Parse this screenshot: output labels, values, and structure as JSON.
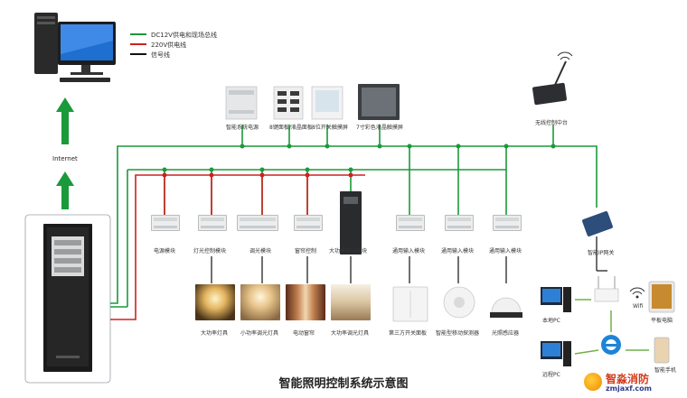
{
  "legend": {
    "items": [
      {
        "label": "DC12V供电和现场总线",
        "color": "#1a9a3a"
      },
      {
        "label": "220V供电线",
        "color": "#d02020"
      },
      {
        "label": "信号线",
        "color": "#111111"
      }
    ]
  },
  "internet_label": "Internet",
  "top_devices": [
    {
      "label": "智能系统电源"
    },
    {
      "label": "8键面板/液晶面板"
    },
    {
      "label": "8位开关触摸屏"
    },
    {
      "label": "7寸彩色液晶触摸屏"
    }
  ],
  "wireless_hub_label": "无线控制中台",
  "modules": [
    {
      "label": "电源模块"
    },
    {
      "label": "灯光控制模块"
    },
    {
      "label": "调光模块"
    },
    {
      "label": "窗帘控制"
    },
    {
      "label": "大功率调光模块"
    },
    {
      "label": "通用输入模块"
    },
    {
      "label": "通用输入模块"
    },
    {
      "label": "通用输入模块"
    }
  ],
  "gateway_label": "智能IP网关",
  "photos": [
    {
      "label": "大功率灯具"
    },
    {
      "label": "小功率调光灯具"
    },
    {
      "label": "电动窗帘"
    },
    {
      "label": "大功率调光灯具"
    }
  ],
  "sensors": [
    {
      "label": "第三方开关面板"
    },
    {
      "label": "智能型移动探测器"
    },
    {
      "label": "光照感应器"
    }
  ],
  "net_devices": {
    "local_pc": "本地PC",
    "remote_pc": "远程PC",
    "wifi": "Wifi",
    "tablet": "平板电脑",
    "phone": "智能手机"
  },
  "title": "智能照明控制系统示意图",
  "watermark": {
    "name": "智淼消防",
    "url": "zmjaxf.com"
  },
  "colors": {
    "green": "#1a9a3a",
    "red": "#d02020",
    "black": "#111111"
  }
}
